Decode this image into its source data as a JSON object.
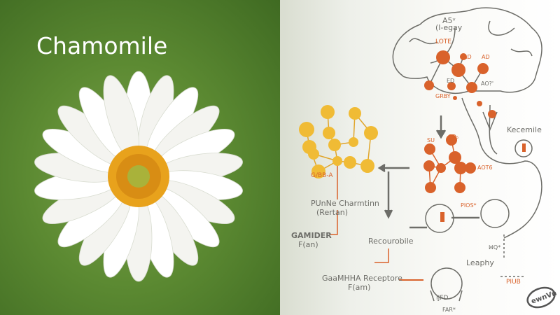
{
  "title": "Chamomile",
  "diagram": {
    "brain_top_label_1": "A5ᵛ",
    "brain_top_label_2": "(l-egay",
    "lote": "LOTE",
    "ad1": "AD",
    "ad2": "AD",
    "ed": "ED",
    "ao2": "AO?'",
    "grby": "GRBY",
    "kecemile": "Kecemile",
    "su": "SU",
    "cd": "CD₅",
    "aot6": "AOT6",
    "gbba": "G/BB-A",
    "punne_1": "PUnNe Charmtinn",
    "punne_2": "(Rertan)",
    "gamider_1": "GAMIDER",
    "gamider_2": "F(an)",
    "recourobile": "Recourobile",
    "pios": "PIOS*",
    "nq": "ꟽQ*",
    "leaphy": "Leaphy",
    "gaamhha_1": "GaaMHHA Receptore",
    "gaamhha_2": "F(am)",
    "piub": "PIUB",
    "ijfd": "IJFD",
    "far": "FAR*",
    "logo": "ewnVn"
  },
  "colors": {
    "orange": "#d9622b",
    "yellow": "#f0bb35",
    "gray": "#6d6d68",
    "green": "#5c8a32"
  }
}
